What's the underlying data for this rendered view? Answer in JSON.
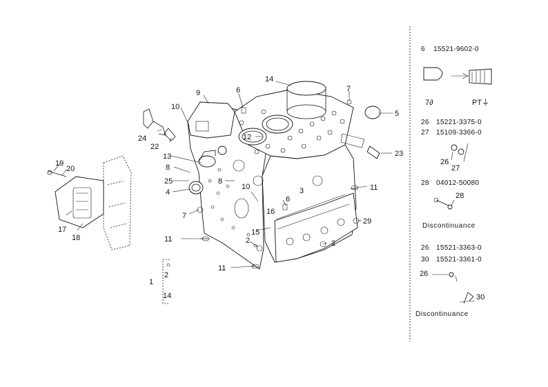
{
  "diagram": {
    "callouts": [
      "1",
      "2",
      "3",
      "4",
      "5",
      "6",
      "7",
      "8",
      "9",
      "10",
      "11",
      "12",
      "13",
      "14",
      "15",
      "16",
      "17",
      "18",
      "19",
      "20",
      "22",
      "23",
      "24",
      "25",
      "29"
    ],
    "callouts_extra": {
      "c2b": "2",
      "c6b": "6",
      "c7b": "7",
      "c8b": "8",
      "c10b": "10",
      "c11b": "11",
      "c11c": "11",
      "c2c": "2",
      "c14b": "14"
    }
  },
  "legend": {
    "group1": {
      "ref": "6",
      "part": "15521-9602-0",
      "label_left": "7∂",
      "label_right": "PT⏚"
    },
    "group2": {
      "ref_a": "26",
      "part_a": "15221-3375-0",
      "ref_b": "27",
      "part_b": "15109-3366-0",
      "callout_a": "26",
      "callout_b": "27"
    },
    "group3": {
      "ref": "28",
      "part": "04012-50080",
      "callout": "28",
      "note": "Discontinuance"
    },
    "group4": {
      "ref_a": "26",
      "part_a": "15521-3363-0",
      "ref_b": "30",
      "part_b": "15521-3361-0",
      "callout_a": "26",
      "callout_b": "30",
      "note": "Discontinuance"
    }
  }
}
